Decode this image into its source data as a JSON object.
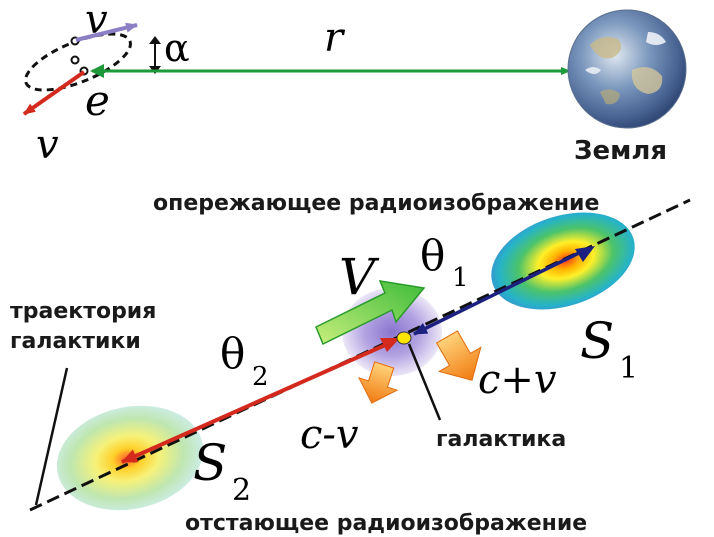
{
  "labels": {
    "earth": "Земля",
    "leading_image": "опережающее радиоизображение",
    "trailing_image": "отстающее радиоизображение",
    "trajectory": [
      "траектория",
      "галактики"
    ],
    "galaxy": "галактика"
  },
  "symbols": {
    "v_top": "v",
    "v_left": "v",
    "e": "e",
    "alpha": "α",
    "r": "r",
    "V": "V",
    "theta1": "θ",
    "theta1_sub": "1",
    "theta2": "θ",
    "theta2_sub": "2",
    "S1": "S",
    "S1_sub": "1",
    "S2": "S",
    "S2_sub": "2",
    "c_plus_v": "c+v",
    "c_minus_v": "c-v"
  },
  "colors": {
    "green_arrow": "#1f9a3a",
    "red_arrow": "#d42a1e",
    "blue_arrow": "#1c2180",
    "orange_arrow": "#f08a16",
    "purple_arrow": "#8d7fc6",
    "galaxy_halo": "#9a85d6"
  }
}
